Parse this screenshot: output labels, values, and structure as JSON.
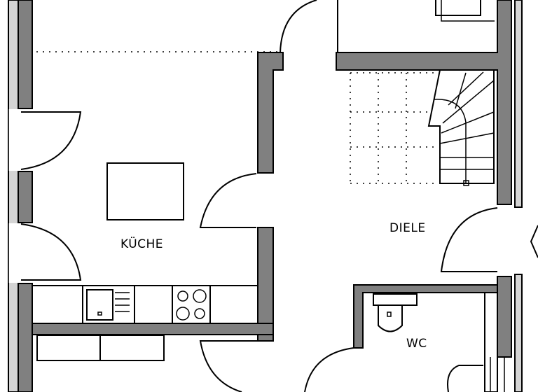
{
  "rooms": {
    "kitchen": "KÜCHE",
    "hall": "DIELE",
    "wc": "WC"
  },
  "colors": {
    "wall": "#808080",
    "exterior_strip": "#d4d4d4",
    "line": "#000000"
  }
}
